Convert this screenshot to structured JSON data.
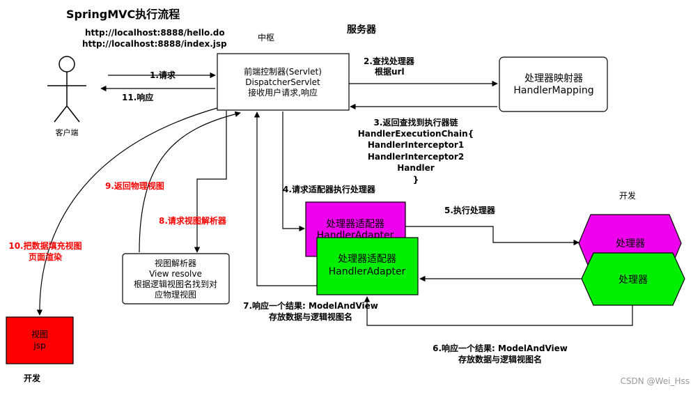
{
  "title": "SpringMVC执行流程",
  "urls": [
    "http://localhost:8888/hello.do",
    "http://localhost:8888/index.jsp"
  ],
  "labels": {
    "zhongshu": "中枢",
    "fuwuqi": "服务器",
    "kehuduan": "客户端",
    "kaifa_right": "开发",
    "kaifa_bottom": "开发"
  },
  "boxes": {
    "dispatcher": [
      "前端控制器(Servlet)",
      "DispatcherServlet",
      "接收用户请求,响应"
    ],
    "mapping": [
      "处理器映射器",
      "HandlerMapping"
    ],
    "adapter_back": [
      "处理器适配器",
      "HandlerAdapter"
    ],
    "adapter_front": [
      "处理器适配器",
      "HandlerAdapter"
    ],
    "handler_back": "处理器",
    "handler_front": "处理器",
    "view_resolver": [
      "视图解析器",
      "View resolve",
      "根据逻辑视图名找到对",
      "应物理视图"
    ],
    "view_jsp": [
      "视图",
      "jsp"
    ]
  },
  "steps": {
    "s1": "1.请求",
    "s11": "11.响应",
    "s2": [
      "2.查找处理器",
      "根据url"
    ],
    "s3": [
      "3.返回查找到执行器链",
      "HandlerExecutionChain{",
      "HandlerInterceptor1",
      "HandlerInterceptor2",
      "Handler",
      "}"
    ],
    "s4": "4.请求适配器执行处理器",
    "s5": "5.执行处理器",
    "s6": [
      "6.响应一个结果: ModelAndView",
      "存放数据与逻辑视图名"
    ],
    "s7": [
      "7.响应一个结果: ModelAndView",
      "存放数据与逻辑视图名"
    ],
    "s8": "8.请求视图解析器",
    "s9": "9.返回物理视图",
    "s10": [
      "10.把数据填充视图",
      "页面渲染"
    ]
  },
  "watermark": "CSDN @Wei_Hss",
  "colors": {
    "adapter_magenta": "#ee00ee",
    "adapter_green": "#00ee00",
    "handler_magenta": "#ee00ee",
    "handler_green": "#00ee00",
    "view_red": "#ff0000",
    "step_red": "#ff0000",
    "line": "#000000"
  }
}
